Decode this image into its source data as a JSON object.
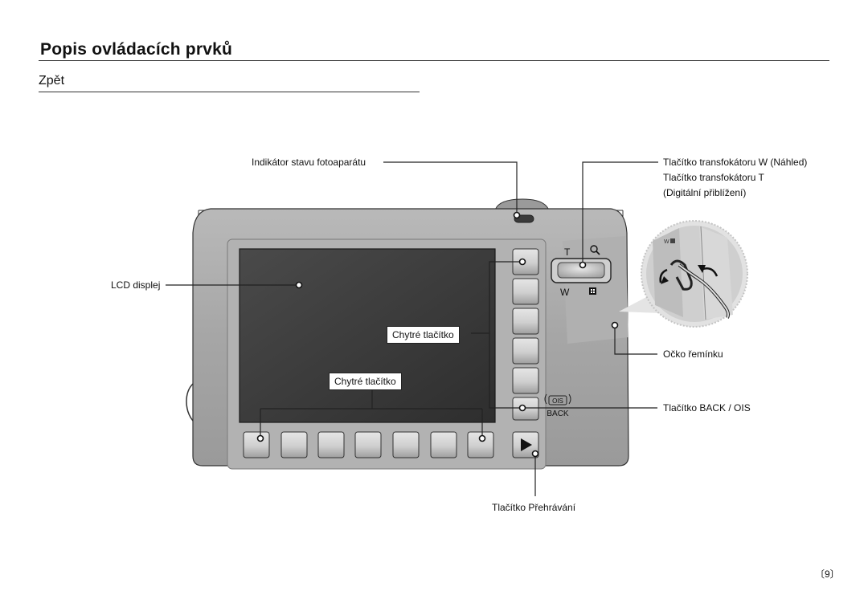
{
  "page": {
    "title": "Popis ovládacích prvků",
    "subtitle": "Zpět",
    "page_number": "〔9〕"
  },
  "labels": {
    "status_indicator": "Indikátor stavu fotoaparátu",
    "zoom_w_line1": "Tlačítko transfokátoru W (Náhled)",
    "zoom_t_line2": "Tlačítko transfokátoru T",
    "zoom_t_line3": "(Digitální přiblížení)",
    "lcd": "LCD displej",
    "smart_button_right": "Chytré tlačítko",
    "smart_button_bottom": "Chytré tlačítko",
    "strap_eyelet": "Očko řemínku",
    "back_ois": "Tlačítko BACK / OIS",
    "playback": "Tlačítko Přehrávání"
  },
  "camera_marks": {
    "zoom_t": "T",
    "zoom_w": "W",
    "back_text": "BACK",
    "ois_text": "OIS"
  },
  "colors": {
    "body": "#a9a9a9",
    "screen": "#3d3d3d",
    "button": "#d4d4d4"
  }
}
